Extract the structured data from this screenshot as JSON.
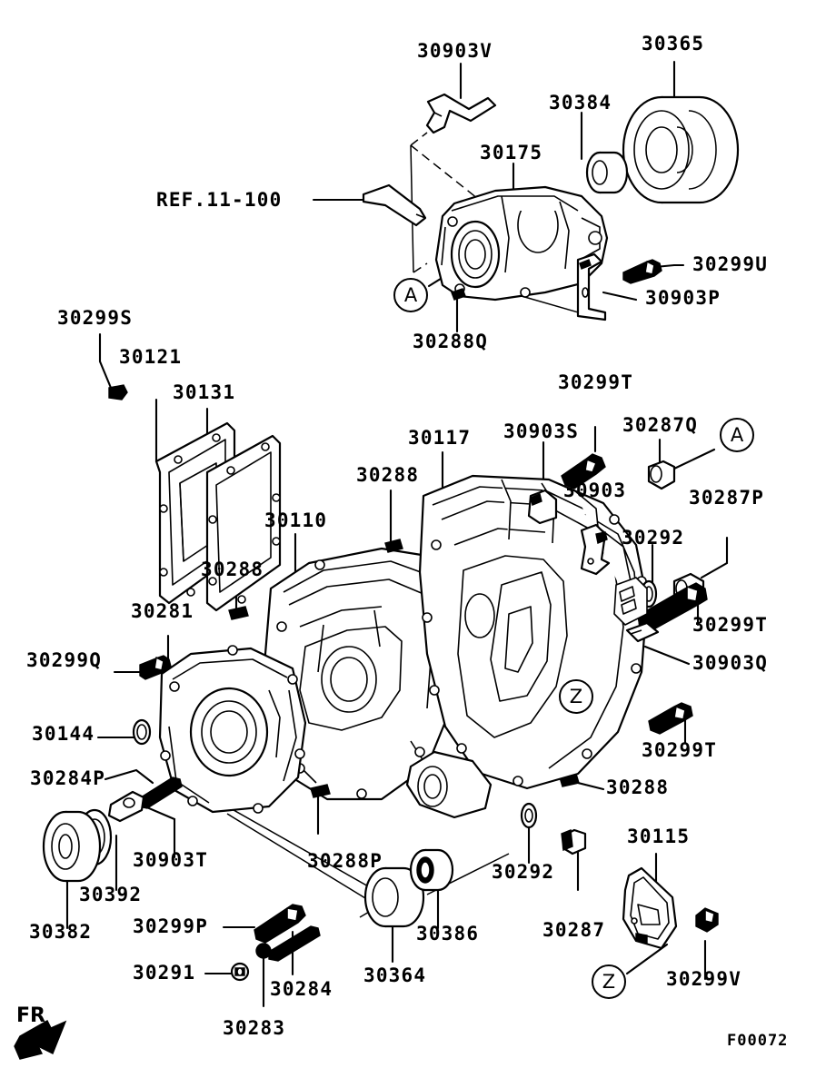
{
  "diagram": {
    "code": "F00072",
    "orientation_marker": "FR",
    "reference_note": "REF.11-100",
    "callouts": [
      {
        "id": "callout-a-left",
        "letter": "A"
      },
      {
        "id": "callout-a-right",
        "letter": "A"
      },
      {
        "id": "callout-z-upper",
        "letter": "Z"
      },
      {
        "id": "callout-z-lower",
        "letter": "Z"
      }
    ],
    "part_numbers": [
      {
        "key": "p_30903V",
        "label": "30903V"
      },
      {
        "key": "p_30365",
        "label": "30365"
      },
      {
        "key": "p_30384",
        "label": "30384"
      },
      {
        "key": "p_30175",
        "label": "30175"
      },
      {
        "key": "p_30299U",
        "label": "30299U"
      },
      {
        "key": "p_30903P",
        "label": "30903P"
      },
      {
        "key": "p_30288Q",
        "label": "30288Q"
      },
      {
        "key": "p_30299S",
        "label": "30299S"
      },
      {
        "key": "p_30121",
        "label": "30121"
      },
      {
        "key": "p_30131",
        "label": "30131"
      },
      {
        "key": "p_30117",
        "label": "30117"
      },
      {
        "key": "p_30903S",
        "label": "30903S"
      },
      {
        "key": "p_30299T_top",
        "label": "30299T"
      },
      {
        "key": "p_30287Q",
        "label": "30287Q"
      },
      {
        "key": "p_30903",
        "label": "30903"
      },
      {
        "key": "p_30287P",
        "label": "30287P"
      },
      {
        "key": "p_30292_r",
        "label": "30292"
      },
      {
        "key": "p_30288_a",
        "label": "30288"
      },
      {
        "key": "p_30110",
        "label": "30110"
      },
      {
        "key": "p_30288_b",
        "label": "30288"
      },
      {
        "key": "p_30281",
        "label": "30281"
      },
      {
        "key": "p_30299Q",
        "label": "30299Q"
      },
      {
        "key": "p_30144",
        "label": "30144"
      },
      {
        "key": "p_30284P",
        "label": "30284P"
      },
      {
        "key": "p_30299T_mid",
        "label": "30299T"
      },
      {
        "key": "p_30903Q",
        "label": "30903Q"
      },
      {
        "key": "p_30299T_low",
        "label": "30299T"
      },
      {
        "key": "p_30288_c",
        "label": "30288"
      },
      {
        "key": "p_30288P",
        "label": "30288P"
      },
      {
        "key": "p_30903T",
        "label": "30903T"
      },
      {
        "key": "p_30392",
        "label": "30392"
      },
      {
        "key": "p_30382",
        "label": "30382"
      },
      {
        "key": "p_30299P",
        "label": "30299P"
      },
      {
        "key": "p_30291",
        "label": "30291"
      },
      {
        "key": "p_30284",
        "label": "30284"
      },
      {
        "key": "p_30283",
        "label": "30283"
      },
      {
        "key": "p_30364",
        "label": "30364"
      },
      {
        "key": "p_30386",
        "label": "30386"
      },
      {
        "key": "p_30292_b",
        "label": "30292"
      },
      {
        "key": "p_30287",
        "label": "30287"
      },
      {
        "key": "p_30115",
        "label": "30115"
      },
      {
        "key": "p_30299V",
        "label": "30299V"
      }
    ]
  },
  "colors": {
    "ink": "#000000",
    "paper": "#ffffff"
  }
}
